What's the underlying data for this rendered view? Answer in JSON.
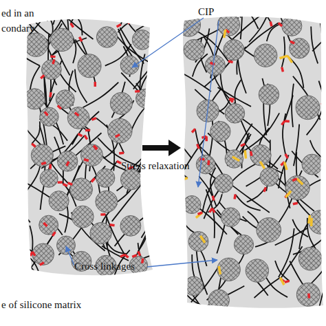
{
  "diagram": {
    "labels": [
      "ed in an",
      "condary",
      "CIP",
      "Stress relaxation",
      "Cross linkages",
      "e of silicone matrix"
    ]
  }
}
